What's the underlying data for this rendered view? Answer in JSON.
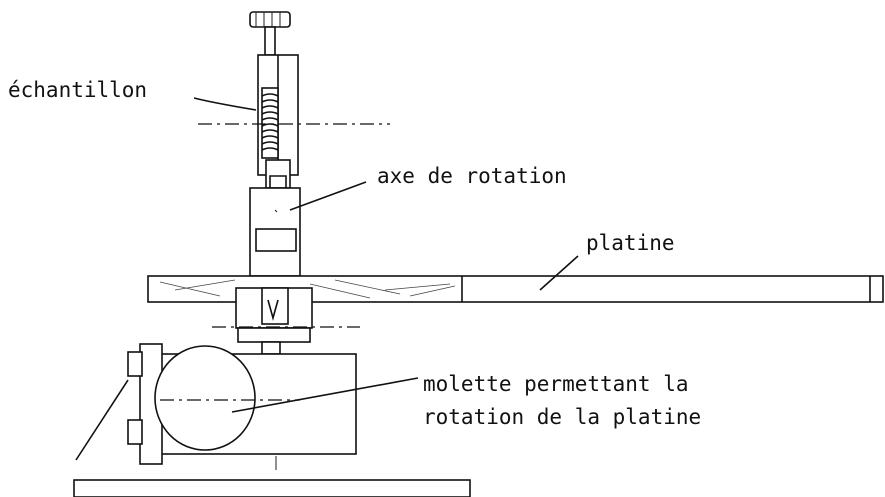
{
  "labels": {
    "sample": "échantillon",
    "rotation_axis": "axe de rotation",
    "stage": "platine",
    "knob_line1": "molette permettant la",
    "knob_line2": "rotation de la platine"
  }
}
